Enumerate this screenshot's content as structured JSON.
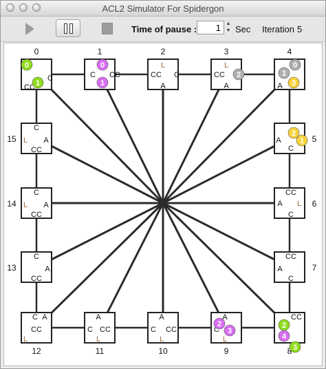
{
  "window": {
    "title": "ACL2 Simulator For Spidergon"
  },
  "toolbar": {
    "play_icon": "play-icon",
    "pause_icon": "pause-icon",
    "stop_icon": "stop-icon",
    "pause_label": "Time of pause :",
    "pause_value": "1",
    "sec_label": "Sec",
    "iteration_label": "Iteration",
    "iteration_value": "5"
  },
  "colors": {
    "green": "#8fdc1c",
    "magenta": "#d86ef0",
    "gray": "#b0b0b0",
    "yellow": "#f7d23c",
    "wire": "#2b2b2b"
  },
  "network": {
    "nodes": [
      {
        "id": 0,
        "label": "0",
        "ports": [
          "C",
          "CC"
        ]
      },
      {
        "id": 1,
        "label": "1",
        "ports": [
          "CC",
          "C"
        ]
      },
      {
        "id": 2,
        "label": "2",
        "ports": [
          "L",
          "CC",
          "C",
          "A"
        ]
      },
      {
        "id": 3,
        "label": "3",
        "ports": [
          "L",
          "CC",
          "A"
        ]
      },
      {
        "id": 4,
        "label": "4",
        "ports": [
          "A"
        ]
      },
      {
        "id": 5,
        "label": "5",
        "ports": [
          "A",
          "C"
        ]
      },
      {
        "id": 6,
        "label": "6",
        "ports": [
          "CC",
          "A",
          "L",
          "C"
        ]
      },
      {
        "id": 7,
        "label": "7",
        "ports": [
          "CC",
          "A",
          "C"
        ]
      },
      {
        "id": 8,
        "label": "8",
        "ports": [
          "CC"
        ]
      },
      {
        "id": 9,
        "label": "9",
        "ports": [
          "A",
          "C",
          "L"
        ]
      },
      {
        "id": 10,
        "label": "10",
        "ports": [
          "A",
          "C",
          "CC",
          "L"
        ]
      },
      {
        "id": 11,
        "label": "11",
        "ports": [
          "A",
          "C",
          "CC",
          "L"
        ]
      },
      {
        "id": 12,
        "label": "12",
        "ports": [
          "C",
          "A",
          "CC",
          "L"
        ]
      },
      {
        "id": 13,
        "label": "13",
        "ports": [
          "C",
          "A",
          "CC"
        ]
      },
      {
        "id": 14,
        "label": "14",
        "ports": [
          "C",
          "L",
          "A",
          "CC"
        ]
      },
      {
        "id": 15,
        "label": "15",
        "ports": [
          "C",
          "L",
          "A",
          "CC"
        ]
      }
    ],
    "packets": [
      {
        "node": 0,
        "label": "0",
        "color": "green"
      },
      {
        "node": 0,
        "label": "1",
        "color": "green"
      },
      {
        "node": 1,
        "label": "0",
        "color": "magenta"
      },
      {
        "node": 1,
        "label": "1",
        "color": "magenta"
      },
      {
        "node": 3,
        "label": "2",
        "color": "gray"
      },
      {
        "node": 4,
        "label": "0",
        "color": "gray"
      },
      {
        "node": 4,
        "label": "1",
        "color": "gray"
      },
      {
        "node": 4,
        "label": "3",
        "color": "yellow"
      },
      {
        "node": 5,
        "label": "2",
        "color": "yellow"
      },
      {
        "node": 5,
        "label": "1",
        "color": "yellow"
      },
      {
        "node": 9,
        "label": "2",
        "color": "magenta"
      },
      {
        "node": 9,
        "label": "3",
        "color": "magenta"
      },
      {
        "node": 8,
        "label": "2",
        "color": "green"
      },
      {
        "node": 8,
        "label": "4",
        "color": "magenta"
      },
      {
        "node": 8,
        "label": "3",
        "color": "green"
      }
    ]
  }
}
